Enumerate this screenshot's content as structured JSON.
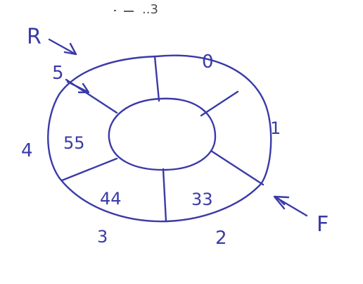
{
  "diagram": {
    "top_marks": "..3",
    "rear_pointer": {
      "label": "R"
    },
    "front_pointer": {
      "label": "F"
    },
    "cells": [
      {
        "index": "0",
        "value": ""
      },
      {
        "index": "1",
        "value": ""
      },
      {
        "index": "2",
        "value": "33"
      },
      {
        "index": "3",
        "value": "44"
      },
      {
        "index": "4",
        "value": "55"
      },
      {
        "index": "5",
        "value": ""
      }
    ]
  }
}
